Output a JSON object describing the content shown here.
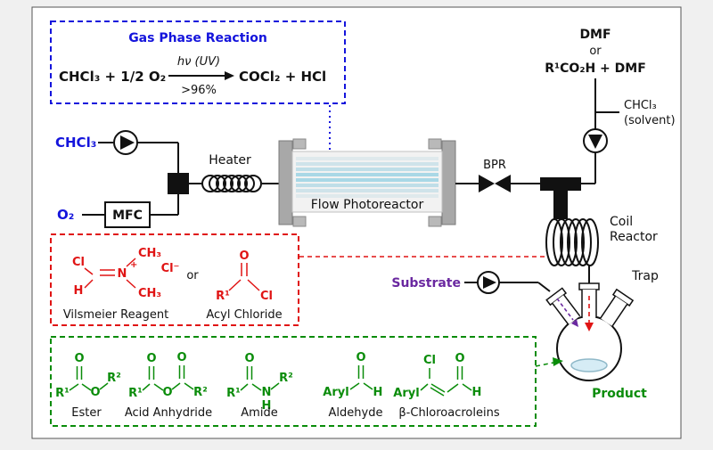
{
  "gas_box": {
    "title": "Gas Phase Reaction",
    "reactants": "CHCl₃  +  1/2 O₂",
    "condition": "hν (UV)",
    "yield": ">96%",
    "products": "COCl₂  +  HCl"
  },
  "feeds": {
    "chcl3": "CHCl₃",
    "o2": "O₂",
    "mfc": "MFC",
    "dmf": "DMF",
    "or": "or",
    "acid_dmf": "R¹CO₂H + DMF",
    "solvent_line1": "CHCl₃",
    "solvent_line2": "(solvent)",
    "substrate": "Substrate"
  },
  "equipment": {
    "heater": "Heater",
    "photoreactor": "Flow Photoreactor",
    "bpr": "BPR",
    "coil_line1": "Coil",
    "coil_line2": "Reactor",
    "trap": "Trap"
  },
  "reagent_box": {
    "vilsmeier_label": "Vilsmeier Reagent",
    "or": "or",
    "acyl_label": "Acyl Chloride"
  },
  "atoms": {
    "cl": "Cl",
    "h": "H",
    "n": "N",
    "plus": "+",
    "ch3": "CH₃",
    "cl_minus": "Cl⁻",
    "o": "O",
    "r1": "R¹",
    "r2": "R²",
    "aryl": "Aryl"
  },
  "product_box": {
    "ester": "Ester",
    "anhydride": "Acid Anhydride",
    "amide": "Amide",
    "aldehyde": "Aldehyde",
    "chloroacroleins": "β-Chloroacroleins",
    "product": "Product"
  },
  "colors": {
    "blue": "#1414dc",
    "red": "#e01414",
    "green": "#0a8c0a",
    "purple": "#6a28a0",
    "black": "#111111"
  }
}
